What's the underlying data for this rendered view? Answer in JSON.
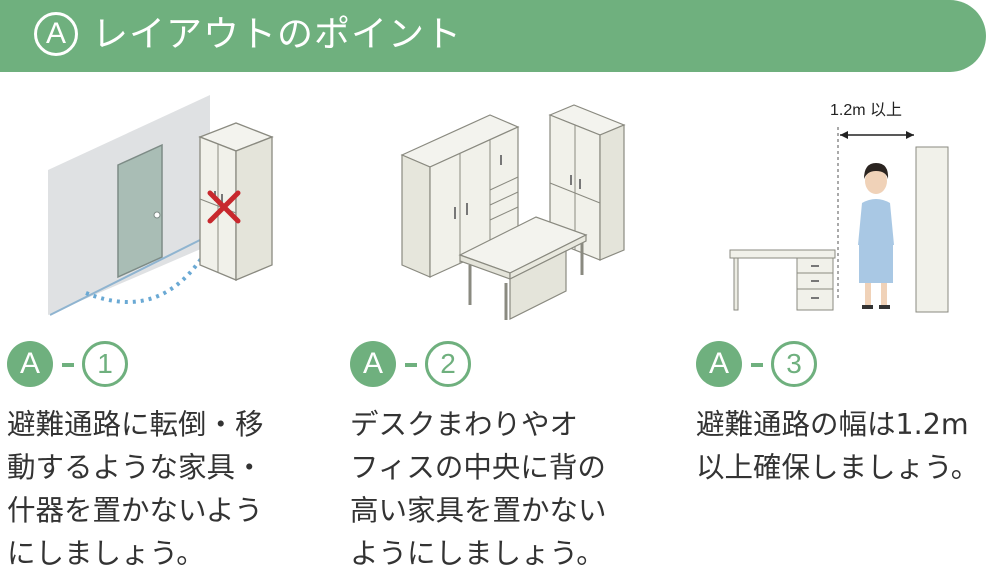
{
  "header": {
    "badge": "A",
    "title": "レイアウトのポイント"
  },
  "points": [
    {
      "letter": "A",
      "number": "1",
      "lines": [
        "避難通路に転倒・移",
        "動するような家具・",
        "什器を置かないよう",
        "にしましょう。"
      ]
    },
    {
      "letter": "A",
      "number": "2",
      "lines": [
        "デスクまわりやオ",
        "フィスの中央に背の",
        "高い家具を置かない",
        "ようにしましょう。"
      ]
    },
    {
      "letter": "A",
      "number": "3",
      "lines": [
        "避難通路の幅は1.2m",
        "以上確保しましょう。"
      ]
    }
  ],
  "illustration3": {
    "width_label": "1.2m 以上"
  },
  "colors": {
    "accent": "#6fb07e",
    "cross": "#c8282d",
    "dotted_arc": "#6aa9d4"
  }
}
